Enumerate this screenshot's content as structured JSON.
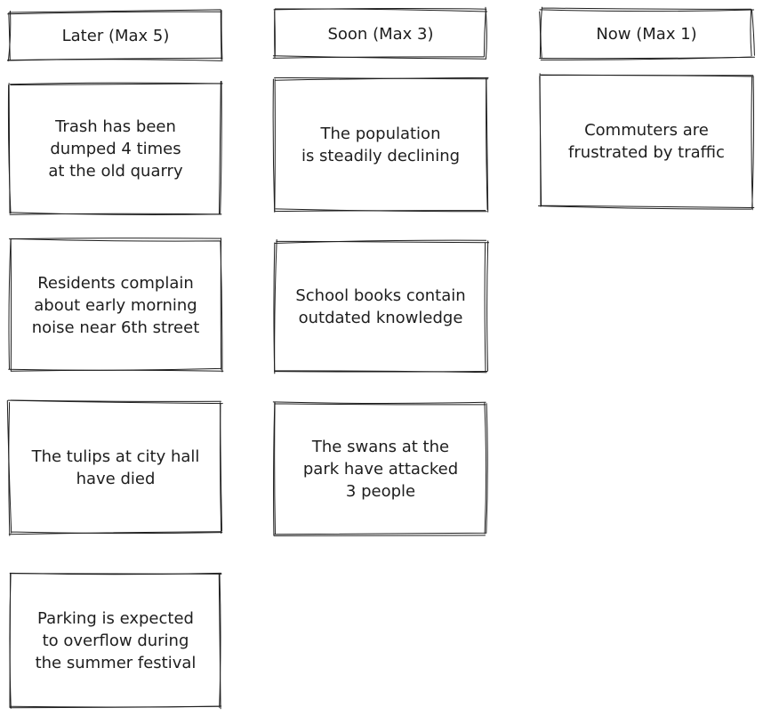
{
  "columns": [
    {
      "header": "Later (Max 5)",
      "cards": [
        "Trash has been\ndumped 4 times\nat the old quarry",
        "Residents complain\nabout early morning\nnoise near 6th street",
        "The tulips at city hall\nhave died",
        "Parking is expected\nto overflow during\nthe summer festival"
      ]
    },
    {
      "header": "Soon (Max 3)",
      "cards": [
        "The population\nis steadily declining",
        "School books contain\noutdated knowledge",
        "The swans at the\npark have attacked\n3 people"
      ]
    },
    {
      "header": "Now (Max 1)",
      "cards": [
        "Commuters are\nfrustrated by traffic"
      ]
    }
  ]
}
